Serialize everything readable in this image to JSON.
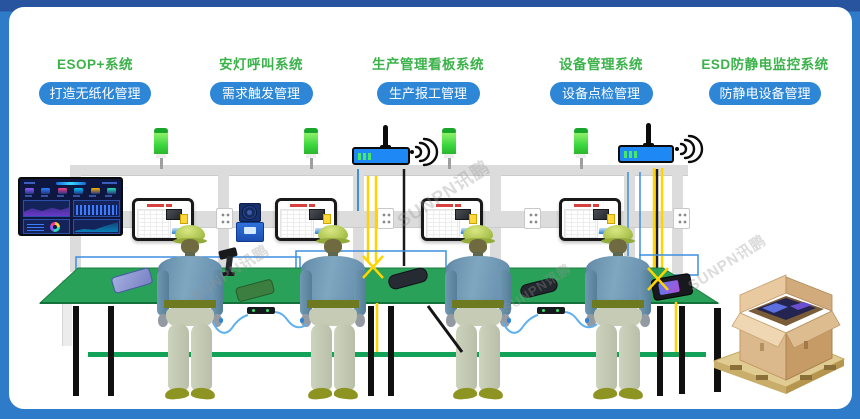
{
  "systems": [
    {
      "title": "ESOP+系统",
      "tag": "打造无纸化管理"
    },
    {
      "title": "安灯呼叫系统",
      "tag": "需求触发管理"
    },
    {
      "title": "生产管理看板系统",
      "tag": "生产报工管理"
    },
    {
      "title": "设备管理系统",
      "tag": "设备点检管理"
    },
    {
      "title": "ESD防静电监控系统",
      "tag": "防静电设备管理"
    }
  ],
  "watermark": {
    "text": "SUNPN讯鹏"
  },
  "colors": {
    "frame_border": "#2e7bc9",
    "frame_top": "#27539f",
    "panel_bg": "#ffffff",
    "title_green": "#3bb24a",
    "pill_blue": "#2e86d7",
    "pill_text": "#ffffff",
    "table_green": "#2aa158",
    "rail_gray": "#dcdcdc",
    "tower_green": "#39d63c",
    "router_blue": "#1e88f5",
    "cable_yellow": "#ffd400",
    "wire_blue": "#5fb0ef",
    "cardboard": "#d9b68c",
    "pallet_wood": "#dcc98e"
  }
}
